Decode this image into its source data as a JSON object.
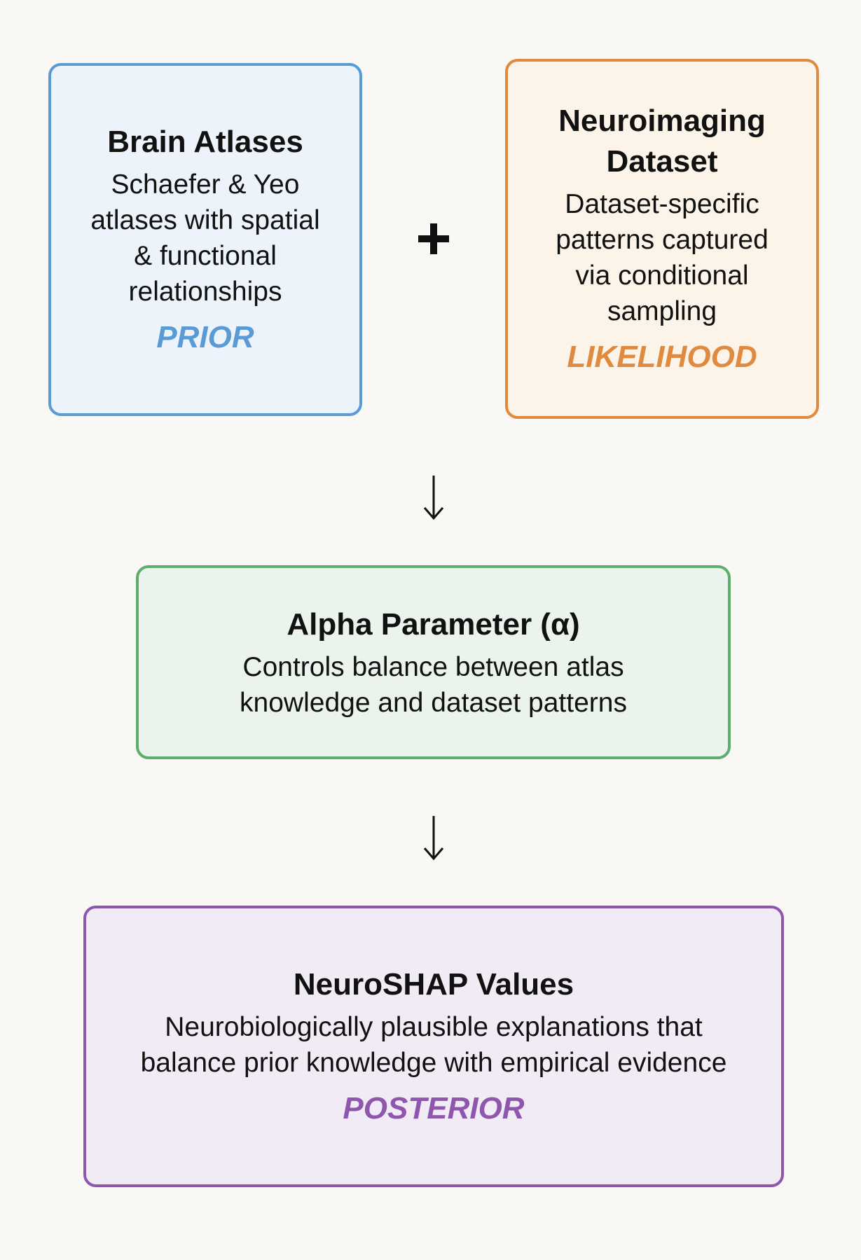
{
  "prior": {
    "title": "Brain Atlases",
    "description": "Schaefer & Yeo atlases with spatial & functional relationships",
    "tag": "PRIOR",
    "color": "#5a9bd5"
  },
  "likelihood": {
    "title": "Neuroimaging Dataset",
    "description": "Dataset-specific patterns captured via conditional sampling",
    "tag": "LIKELIHOOD",
    "color": "#df8a3e"
  },
  "alpha": {
    "title": "Alpha Parameter (α)",
    "description": "Controls balance between atlas knowledge and dataset patterns",
    "color": "#5cae6a"
  },
  "posterior": {
    "title": "NeuroSHAP Values",
    "description": "Neurobiologically plausible explanations that balance prior knowledge with empirical evidence",
    "tag": "POSTERIOR",
    "color": "#8e57ad"
  },
  "connectors": {
    "plus_icon": "plus-icon",
    "arrow_icon": "arrow-down-icon"
  }
}
